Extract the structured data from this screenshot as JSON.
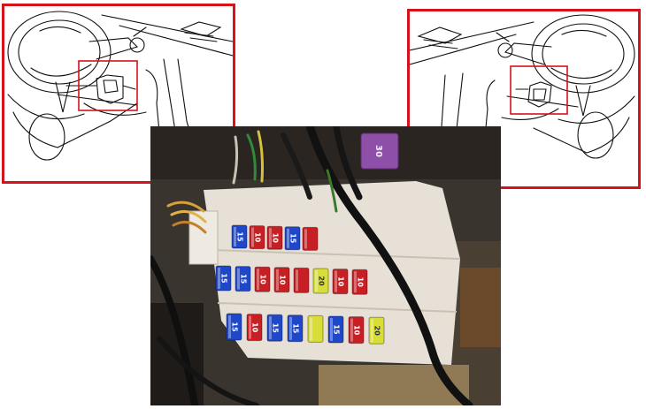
{
  "colors": {
    "highlight": "#d6131b",
    "fuse_blue": "#1f47c9",
    "fuse_red": "#c81f25",
    "fuse_yellow": "#d8dd38",
    "relay_purple": "#8d4fa8",
    "box_white": "#ece7de"
  },
  "relay": {
    "label": "30"
  },
  "fuse_rows": [
    {
      "fuses": [
        {
          "color": "blue",
          "label": "15"
        },
        {
          "color": "red",
          "label": "10"
        },
        {
          "color": "red",
          "label": "10"
        },
        {
          "color": "blue",
          "label": "15"
        },
        {
          "color": "red",
          "label": ""
        }
      ]
    },
    {
      "fuses": [
        {
          "color": "blue",
          "label": "15"
        },
        {
          "color": "blue",
          "label": "15"
        },
        {
          "color": "red",
          "label": "10"
        },
        {
          "color": "red",
          "label": "10"
        },
        {
          "color": "red",
          "label": ""
        },
        {
          "color": "yellow",
          "label": "20"
        },
        {
          "color": "red",
          "label": "10"
        },
        {
          "color": "red",
          "label": "10"
        }
      ]
    },
    {
      "fuses": [
        {
          "color": "blue",
          "label": "15"
        },
        {
          "color": "red",
          "label": "10"
        },
        {
          "color": "blue",
          "label": "15"
        },
        {
          "color": "blue",
          "label": "15"
        },
        {
          "color": "yellow",
          "label": ""
        },
        {
          "color": "blue",
          "label": "15"
        },
        {
          "color": "red",
          "label": "10"
        },
        {
          "color": "yellow",
          "label": "20"
        }
      ]
    }
  ]
}
